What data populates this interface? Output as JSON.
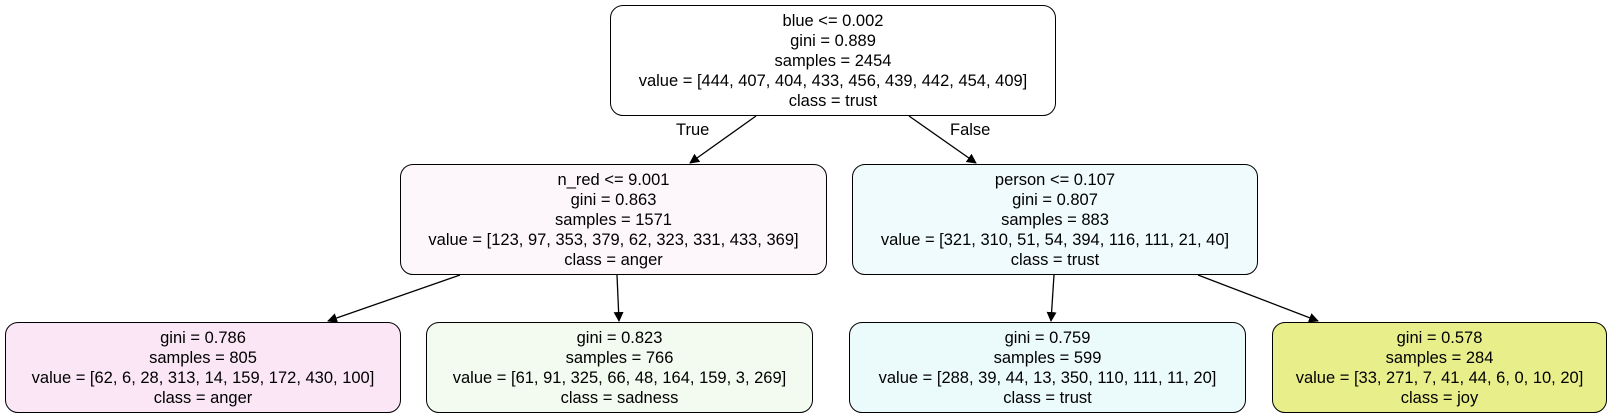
{
  "tree": {
    "edge_labels": {
      "true": "True",
      "false": "False"
    },
    "colors": {
      "anger_light": "#fdf7fc",
      "anger": "#fbe6f6",
      "trust_light": "#effbfc",
      "trust": "#ebfafb",
      "sadness": "#f3faf0",
      "joy": "#e8ef8a",
      "edge": "#000000"
    },
    "nodes": [
      {
        "id": "n0",
        "split": "blue <= 0.002",
        "gini": "gini = 0.889",
        "samples": "samples = 2454",
        "value": "value = [444, 407, 404, 433, 456, 439, 442, 454, 409]",
        "class": "class = trust",
        "fill": "#ffffff"
      },
      {
        "id": "n1",
        "split": "n_red <= 9.001",
        "gini": "gini = 0.863",
        "samples": "samples = 1571",
        "value": "value = [123, 97, 353, 379, 62, 323, 331, 433, 369]",
        "class": "class = anger",
        "fill": "#fdf7fc"
      },
      {
        "id": "n2",
        "split": "person <= 0.107",
        "gini": "gini = 0.807",
        "samples": "samples = 883",
        "value": "value = [321, 310, 51, 54, 394, 116, 111, 21, 40]",
        "class": "class = trust",
        "fill": "#effbfc"
      },
      {
        "id": "n3",
        "gini": "gini = 0.786",
        "samples": "samples = 805",
        "value": "value = [62, 6, 28, 313, 14, 159, 172, 430, 100]",
        "class": "class = anger",
        "fill": "#fbe6f6"
      },
      {
        "id": "n4",
        "gini": "gini = 0.823",
        "samples": "samples = 766",
        "value": "value = [61, 91, 325, 66, 48, 164, 159, 3, 269]",
        "class": "class = sadness",
        "fill": "#f3faf0"
      },
      {
        "id": "n5",
        "gini": "gini = 0.759",
        "samples": "samples = 599",
        "value": "value = [288, 39, 44, 13, 350, 110, 111, 11, 20]",
        "class": "class = trust",
        "fill": "#ebfafb"
      },
      {
        "id": "n6",
        "gini": "gini = 0.578",
        "samples": "samples = 284",
        "value": "value = [33, 271, 7, 41, 44, 6, 0, 10, 20]",
        "class": "class = joy",
        "fill": "#e8ef8a"
      }
    ]
  }
}
